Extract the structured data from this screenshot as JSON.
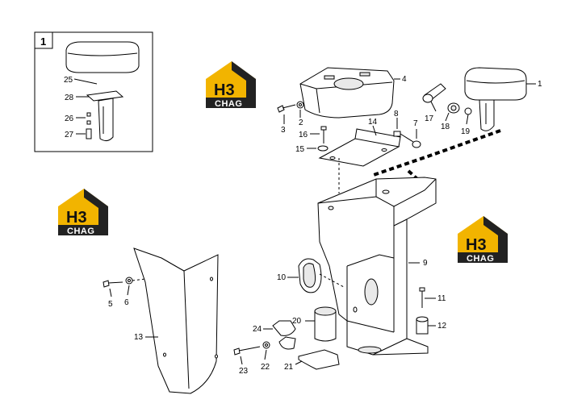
{
  "inset": {
    "number": "1"
  },
  "logo": {
    "top": "H3",
    "bottom": "CHAG",
    "accent": "#f2b400",
    "dark": "#222222"
  },
  "callouts": {
    "c1": "1",
    "c2": "2",
    "c3": "3",
    "c4": "4",
    "c5": "5",
    "c6": "6",
    "c7": "7",
    "c8": "8",
    "c9": "9",
    "c10": "10",
    "c11": "11",
    "c12": "12",
    "c13": "13",
    "c14": "14",
    "c15": "15",
    "c16": "16",
    "c17": "17",
    "c18": "18",
    "c19": "19",
    "c20": "20",
    "c21": "21",
    "c22": "22",
    "c23": "23",
    "c24": "24",
    "c25": "25",
    "c26": "26",
    "c27": "27",
    "c28": "28"
  }
}
